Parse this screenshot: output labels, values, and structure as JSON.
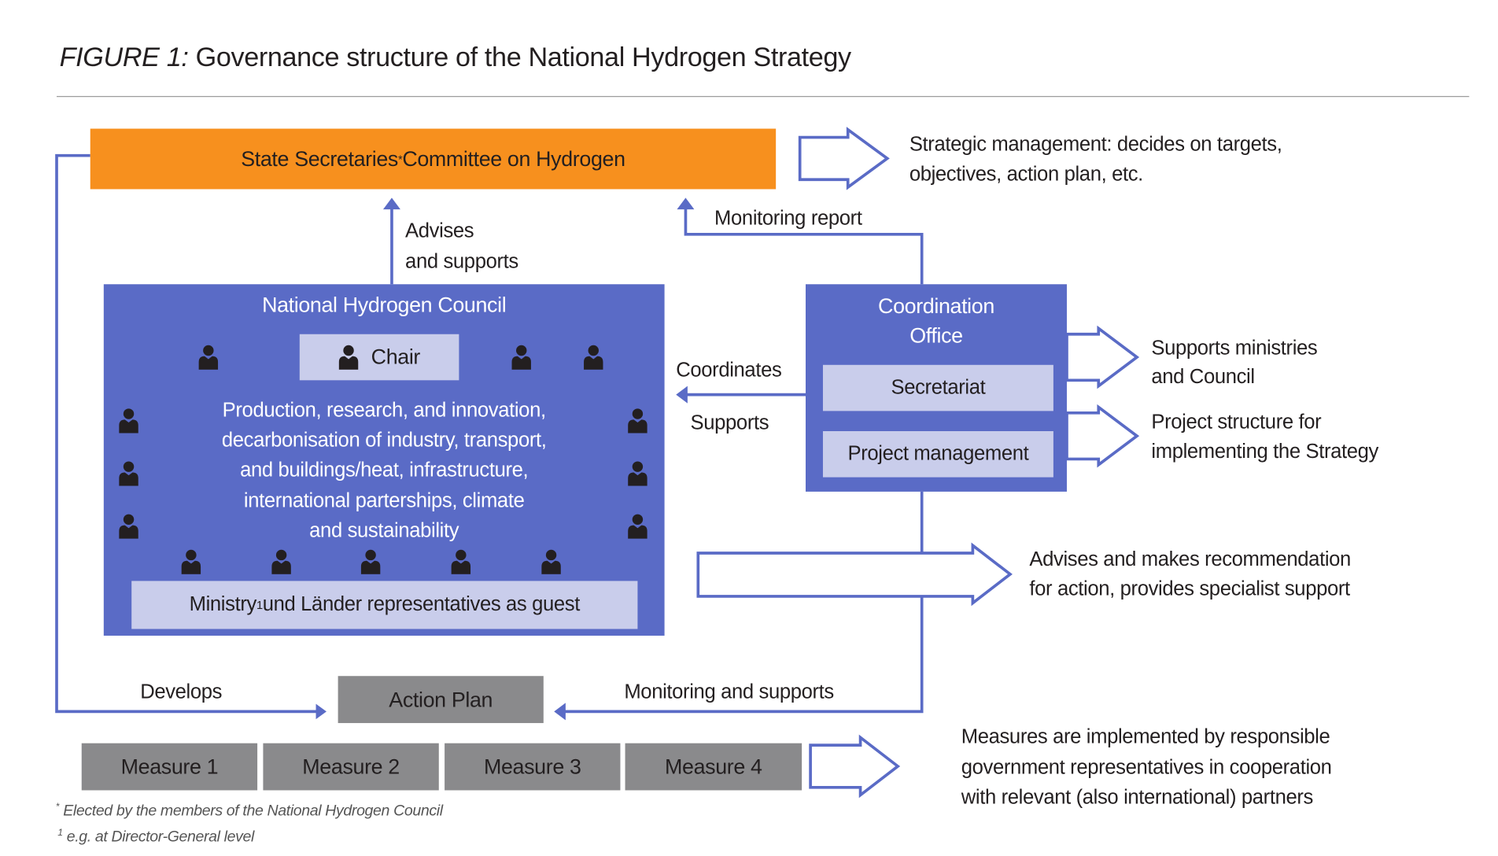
{
  "title": {
    "prefix": "FIGURE 1:",
    "text": " Governance structure of the National Hydrogen Strategy"
  },
  "committee": {
    "label": "State Secretaries",
    "sup": "*",
    "label_rest": " Committee on Hydrogen"
  },
  "strategic_text": [
    "Strategic management: decides on targets,",
    "objectives, action plan, etc."
  ],
  "advises_text": [
    "Advises",
    "and supports"
  ],
  "monitoring_report": "Monitoring report",
  "council": {
    "title": "National Hydrogen Council",
    "chair": "Chair",
    "body": [
      "Production, research, and innovation,",
      "decarbonisation of industry, transport,",
      "and buildings/heat, infrastructure,",
      "international parterships, climate",
      "and sustainability"
    ],
    "guest": {
      "pre": "Ministry",
      "sup": "1",
      "post": " und Länder representatives as guest"
    }
  },
  "coordination": {
    "title": [
      "Coordination",
      "Office"
    ],
    "secretariat": "Secretariat",
    "project": "Project management"
  },
  "coordinates_label": "Coordinates",
  "supports_label": "Supports",
  "supports_ministries": [
    "Supports ministries",
    "and Council"
  ],
  "project_structure": [
    "Project structure for",
    "implementing the Strategy"
  ],
  "advises_recommend": [
    "Advises and makes recommendation",
    "for action, provides specialist support"
  ],
  "develops": "Develops",
  "action_plan": "Action Plan",
  "monitoring_supports": "Monitoring and supports",
  "measures": [
    "Measure 1",
    "Measure 2",
    "Measure 3",
    "Measure 4"
  ],
  "measures_text": [
    "Measures are implemented by responsible",
    "government representatives in cooperation",
    "with relevant (also international) partners"
  ],
  "footnotes": [
    {
      "mark": "*",
      "text": " Elected by the members of the National Hydrogen Council"
    },
    {
      "mark": "1",
      "text": " e.g. at Director-General level"
    }
  ],
  "colors": {
    "orange": "#F7901E",
    "blue": "#5A6BC6",
    "lavender": "#C9CDEB",
    "gray": "#8A8A8C"
  }
}
